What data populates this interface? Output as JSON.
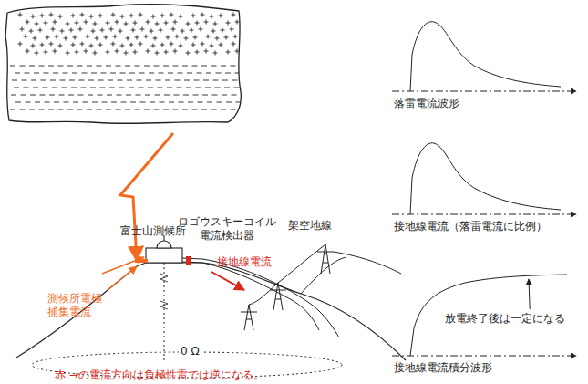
{
  "diagram": {
    "labels": [
      "ロゴウスキーコイル 電流検出器",
      "富士山測候所",
      "接地線電流",
      "架空地線",
      "測候所電極 捕集電流",
      "0 Ω",
      "赤 →の電流方向は負極性雷では逆になる。",
      "落雷電流波形",
      "接地線電流（落雷電流に比例）",
      "放電終了後は一定になる",
      "接地線電流積分波形"
    ]
  }
}
